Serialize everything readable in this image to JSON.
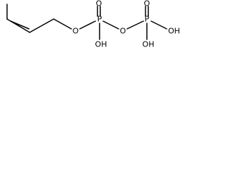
{
  "molecule": {
    "atoms": {
      "o_ester": "O",
      "p1": "P",
      "o_p1_double": "O",
      "oh_p1": "OH",
      "o_bridge": "O",
      "p2": "P",
      "o_p2_double": "O",
      "oh_p2_bottom": "OH",
      "oh_p2_right": "OH"
    }
  }
}
